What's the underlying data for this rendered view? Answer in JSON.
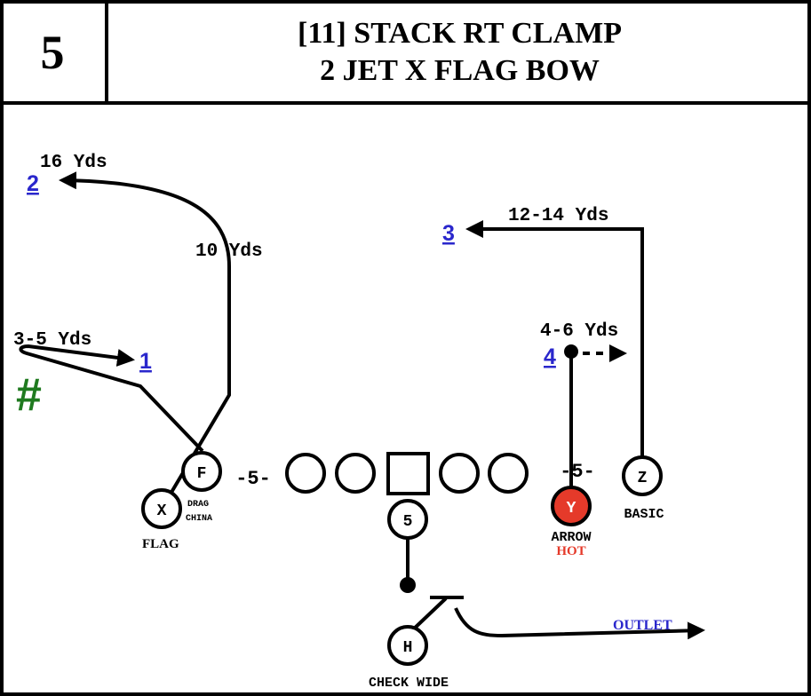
{
  "header": {
    "play_number": "5",
    "title_line1": "[11] STACK RT CLAMP",
    "title_line2": "2 JET X FLAG BOW"
  },
  "colors": {
    "ink": "#000000",
    "progression": "#2a27cc",
    "hot_player": "#e53a2a",
    "hot_text": "#e53a2a",
    "hash_mark": "#1f7a1f",
    "outlet_text": "#2a27cc"
  },
  "players": {
    "x": "X",
    "f": "F",
    "y": "Y",
    "z": "Z",
    "h": "H",
    "qb": "5"
  },
  "assignments": {
    "x": "FLAG",
    "f_line1": "DRAG",
    "f_line2": "CHINA",
    "y": "ARROW",
    "y_hot": "HOT",
    "z": "BASIC",
    "h": "CHECK WIDE",
    "outlet": "OUTLET"
  },
  "depths": {
    "flag": "16 Yds",
    "stem": "10 Yds",
    "drag": "3-5 Yds",
    "z_route": "12-14 Yds",
    "arrow": "4-6 Yds"
  },
  "progression": {
    "first": "1",
    "second": "2",
    "third": "3",
    "fourth": "4"
  },
  "splits": {
    "left": "-5-",
    "right": "-5-"
  },
  "hash": "#"
}
